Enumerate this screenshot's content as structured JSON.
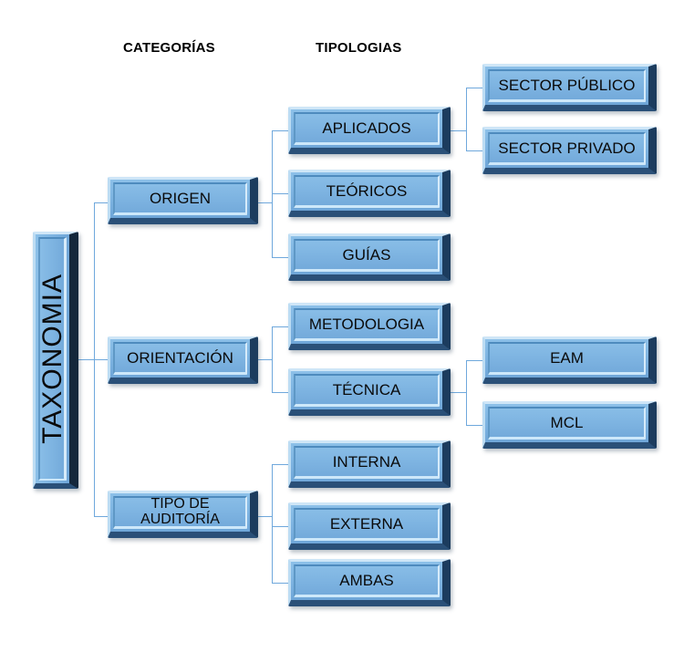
{
  "diagram": {
    "title": "TAXONOMIA",
    "headers": [
      {
        "label": "CATEGORÍAS"
      },
      {
        "label": "TIPOLOGIAS"
      }
    ],
    "root": {
      "label": "TAXONOMIA"
    },
    "categories": [
      {
        "label": "ORIGEN"
      },
      {
        "label": "ORIENTACIÓN"
      },
      {
        "label": "TIPO DE\nAUDITORÍA",
        "line1": "TIPO DE",
        "line2": "AUDITORÍA"
      }
    ],
    "tipologias": [
      {
        "label": "APLICADOS"
      },
      {
        "label": "TEÓRICOS"
      },
      {
        "label": "GUÍAS"
      },
      {
        "label": "METODOLOGIA"
      },
      {
        "label": "TÉCNICA"
      },
      {
        "label": "INTERNA"
      },
      {
        "label": "EXTERNA"
      },
      {
        "label": "AMBAS"
      }
    ],
    "subtipos": [
      {
        "label": "SECTOR PÚBLICO"
      },
      {
        "label": "SECTOR PRIVADO"
      },
      {
        "label": "EAM"
      },
      {
        "label": "MCL"
      }
    ],
    "colors": {
      "box_fill": "#7FB5E2",
      "box_highlight": "#CFE6F7",
      "box_shadow_edge": "#1C3C5E",
      "connector": "#6FA8DC",
      "text": "#0A0A0A",
      "background": "#FFFFFF"
    }
  }
}
